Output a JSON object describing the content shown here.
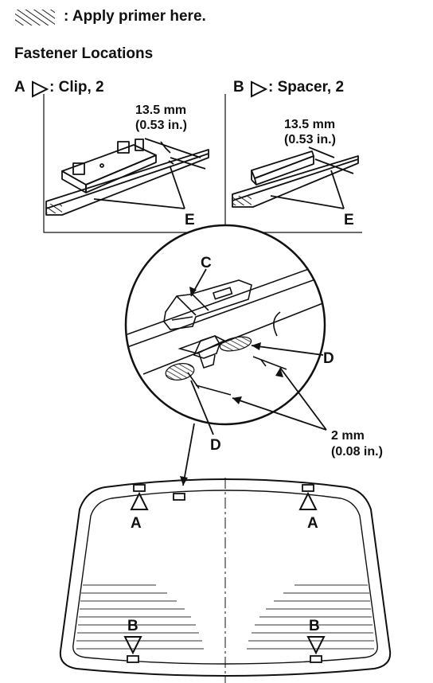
{
  "legend": {
    "text": ": Apply primer here.",
    "swatch": "hatch-swatch"
  },
  "heading": "Fastener Locations",
  "panel_a": {
    "title": "A",
    "suffix": ": Clip, 2",
    "dim_mm": "13.5 mm",
    "dim_in": "(0.53 in.)",
    "callout": "E"
  },
  "panel_b": {
    "title": "B",
    "suffix": ": Spacer, 2",
    "dim_mm": "13.5 mm",
    "dim_in": "(0.53 in.)",
    "callout": "E"
  },
  "detail": {
    "clip_label": "C",
    "primer_label_right": "D",
    "primer_label_left": "D",
    "gap_mm": "2 mm",
    "gap_in": "(0.08 in.)"
  },
  "windshield": {
    "top_left": "A",
    "top_right": "A",
    "bottom_left": "B",
    "bottom_right": "B"
  }
}
